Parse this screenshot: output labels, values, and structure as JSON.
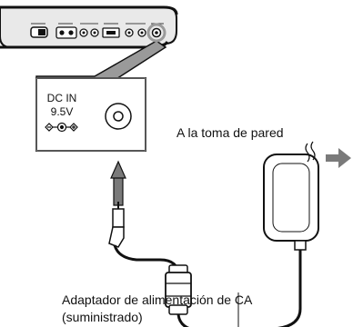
{
  "jack_panel": {
    "jack_label": "DC IN",
    "voltage_label": "9.5V"
  },
  "callouts": {
    "wall_outlet": "A la toma de pared",
    "adapter_line1": "Adaptador de alimentación de CA",
    "adapter_line2": "(suministrado)"
  },
  "colors": {
    "stroke": "#111111",
    "callout_fill": "#9a9a9a",
    "arrow_fill": "#7a7a7a",
    "device_body": "#e9e9e9"
  }
}
